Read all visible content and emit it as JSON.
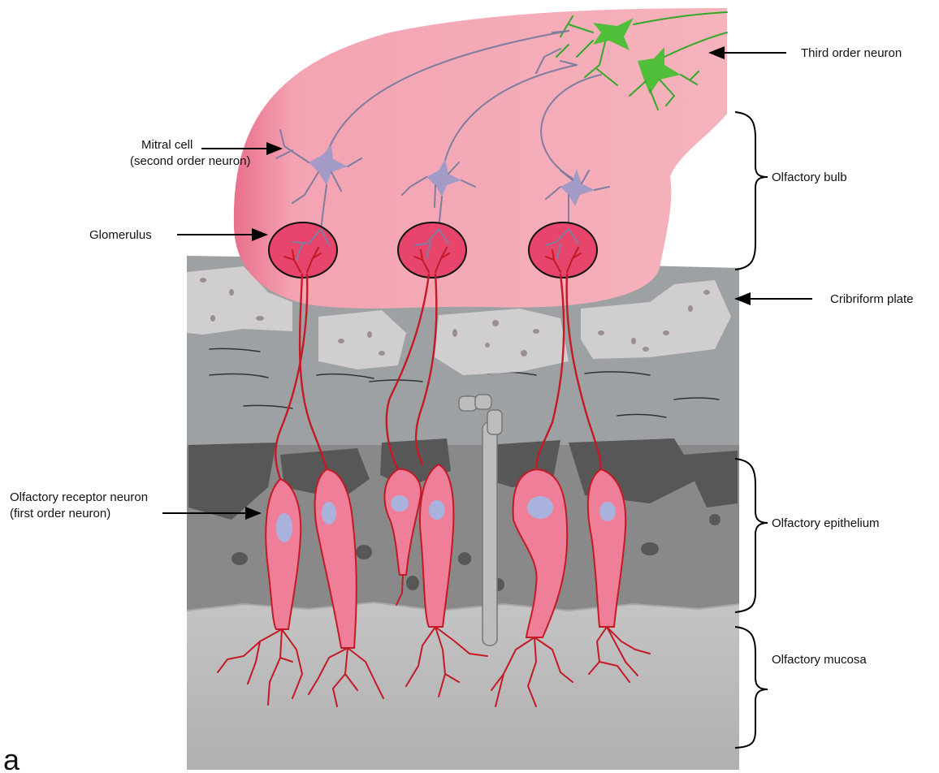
{
  "labels": {
    "third_order": "Third order neuron",
    "mitral_line1": "Mitral cell",
    "mitral_line2": "(second order neuron)",
    "olfactory_bulb": "Olfactory bulb",
    "glomerulus": "Glomerulus",
    "cribriform": "Cribriform plate",
    "receptor_line1": "Olfactory receptor neuron",
    "receptor_line2": "(first order neuron)",
    "epithelium": "Olfactory epithelium",
    "mucosa": "Olfactory mucosa",
    "panel": "a"
  },
  "colors": {
    "bulb": "#f4a9b4",
    "bulb_dark": "#e96f8b",
    "neuron_pink": "#ef7f98",
    "axon_red": "#c31a26",
    "nucleus": "#a9b2dc",
    "mitral": "#a39ac6",
    "third_order": "#4fbf3a",
    "bone": "#cfcdcf",
    "tissue_upper": "#9c9fa1",
    "tissue_epithelium": "#8a8a8a",
    "tissue_mucosa": "#b9b9b9"
  }
}
